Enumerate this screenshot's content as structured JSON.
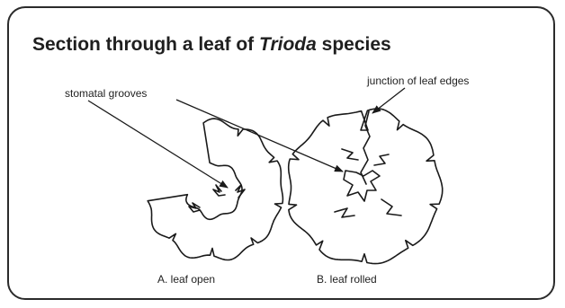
{
  "title": {
    "pre": "Section through a leaf of ",
    "italic": "Trioda",
    "post": " species"
  },
  "labels": {
    "stomatal_grooves": "stomatal grooves",
    "junction": "junction of leaf edges",
    "caption_a": "A. leaf open",
    "caption_b": "B. leaf rolled"
  },
  "colors": {
    "stroke": "#1a1a1a",
    "frame": "#2b2b2b",
    "background": "#ffffff"
  }
}
